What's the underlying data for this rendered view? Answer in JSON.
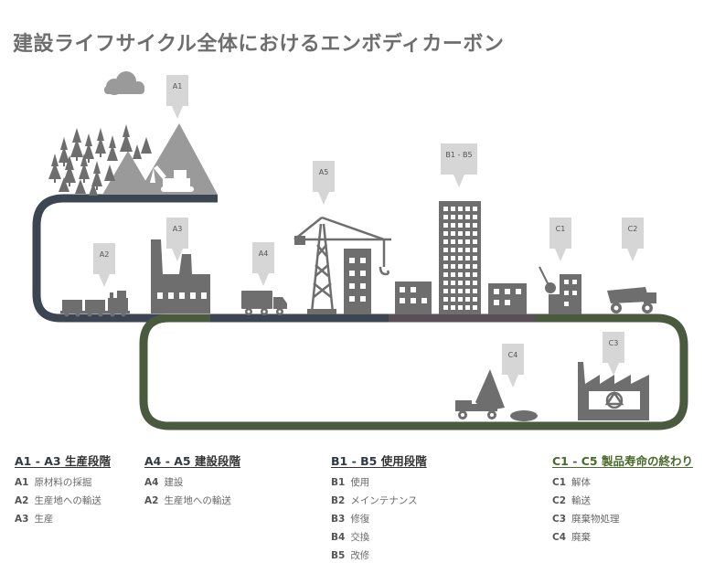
{
  "title": "建設ライフサイクル全体におけるエンボディカーボン",
  "pins": [
    {
      "id": "a1",
      "label": "A1"
    },
    {
      "id": "a2",
      "label": "A2"
    },
    {
      "id": "a3",
      "label": "A3"
    },
    {
      "id": "a4",
      "label": "A4"
    },
    {
      "id": "a5",
      "label": "A5"
    },
    {
      "id": "b",
      "label": "B1 - B5"
    },
    {
      "id": "c1",
      "label": "C1"
    },
    {
      "id": "c2",
      "label": "C2"
    },
    {
      "id": "c3",
      "label": "C3"
    },
    {
      "id": "c4",
      "label": "C4"
    }
  ],
  "legend": [
    {
      "code": "A1 - A3",
      "heading": "生産段階",
      "items": [
        {
          "code": "A1",
          "text": "原材料の採掘"
        },
        {
          "code": "A2",
          "text": "生産地への輸送"
        },
        {
          "code": "A3",
          "text": "生産"
        }
      ]
    },
    {
      "code": "A4 - A5",
      "heading": "建設段階",
      "items": [
        {
          "code": "A4",
          "text": "建設"
        },
        {
          "code": "A2",
          "text": "生産地への輸送"
        }
      ]
    },
    {
      "code": "B1 - B5",
      "heading": "使用段階",
      "items": [
        {
          "code": "B1",
          "text": "使用"
        },
        {
          "code": "B2",
          "text": "メインテナンス"
        },
        {
          "code": "B3",
          "text": "修復"
        },
        {
          "code": "B4",
          "text": "交換"
        },
        {
          "code": "B5",
          "text": "改修"
        }
      ]
    },
    {
      "code": "C1 - C5",
      "heading": "製品寿命の終わり",
      "items": [
        {
          "code": "C1",
          "text": "解体"
        },
        {
          "code": "C2",
          "text": "輸送"
        },
        {
          "code": "C3",
          "text": "廃棄物処理"
        },
        {
          "code": "C4",
          "text": "廃棄"
        }
      ]
    }
  ],
  "colors": {
    "road_top": "#3b4652",
    "road_mid": "#5a4e58",
    "road_bottom": "#4a5a3e",
    "icons": "#6e6e6e",
    "mountain": "#9a9a9a",
    "pin": "#d6d6d6"
  }
}
